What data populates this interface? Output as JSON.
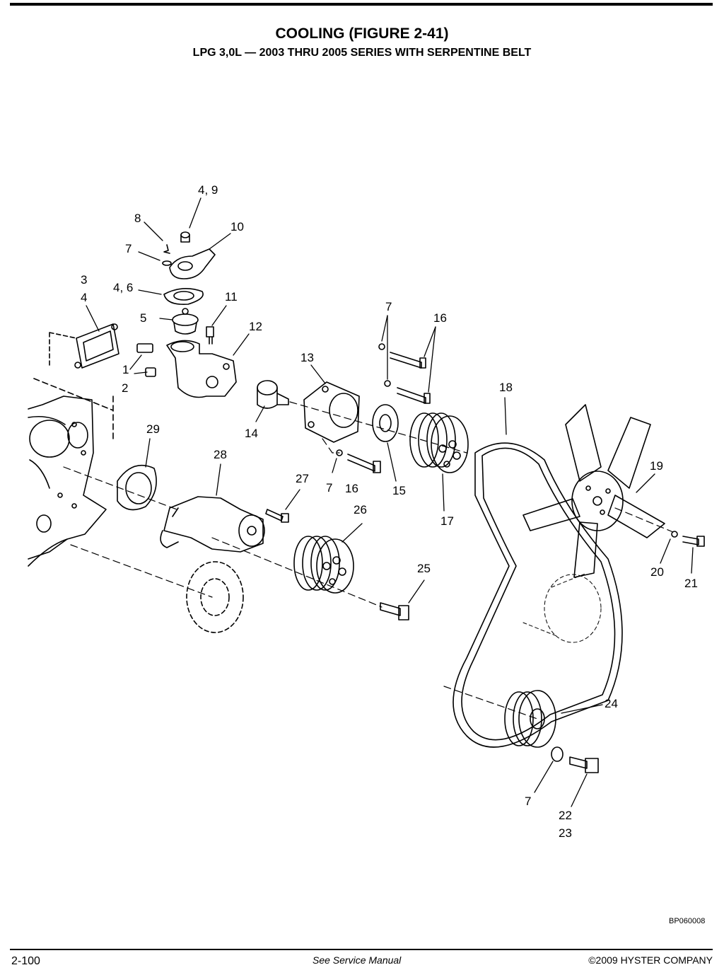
{
  "header": {
    "title": "COOLING (FIGURE 2-41)",
    "subtitle": "LPG 3,0L — 2003 THRU 2005 SERIES WITH SERPENTINE BELT"
  },
  "callouts": {
    "c4_9": "4, 9",
    "c8": "8",
    "c10": "10",
    "c7_top": "7",
    "c3": "3",
    "c4": "4",
    "c4_6": "4, 6",
    "c11": "11",
    "c5": "5",
    "c12": "12",
    "c1": "1",
    "c2": "2",
    "c7_mid": "7",
    "c16_top": "16",
    "c13": "13",
    "c18": "18",
    "c14": "14",
    "c29": "29",
    "c28": "28",
    "c19": "19",
    "c27": "27",
    "c7_low": "7",
    "c16_low": "16",
    "c15": "15",
    "c17": "17",
    "c26": "26",
    "c20": "20",
    "c21": "21",
    "c25": "25",
    "c24": "24",
    "c7_bottom": "7",
    "c22": "22",
    "c23": "23"
  },
  "figure_id": "BP060008",
  "footer": {
    "page_number": "2-100",
    "note": "See Service Manual",
    "copyright": "©2009 HYSTER COMPANY"
  }
}
